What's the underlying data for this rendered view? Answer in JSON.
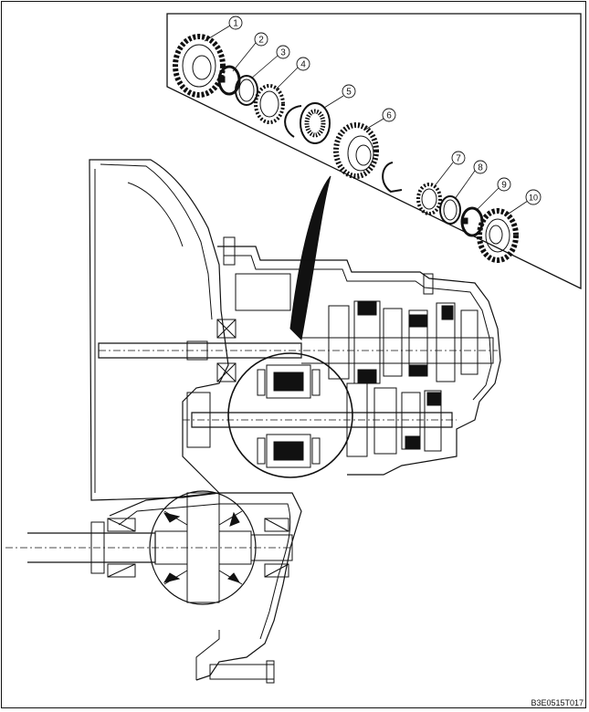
{
  "figure": {
    "code": "B3E0515T017",
    "callouts": [
      "1",
      "2",
      "3",
      "4",
      "5",
      "6",
      "7",
      "8",
      "9",
      "10"
    ]
  }
}
